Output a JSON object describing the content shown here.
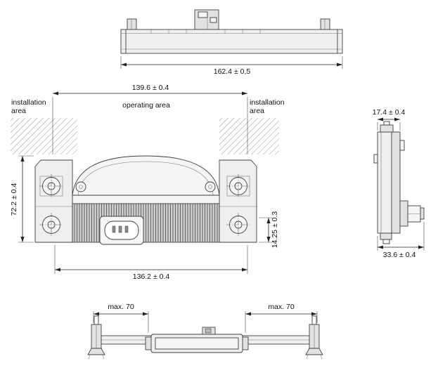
{
  "colors": {
    "line": "#3f3f3f",
    "fill_light": "#efefef",
    "background": "#ffffff"
  },
  "front_view": {
    "labels": {
      "installation_left_line1": "installation",
      "installation_left_line2": "area",
      "operating": "operating area",
      "installation_right_line1": "installation",
      "installation_right_line2": "area"
    },
    "dims": {
      "operating_width": "139.6 ± 0.4",
      "overall_height": "72.2 ± 0.4",
      "connector_height": "14.25 ± 0.3",
      "mounting_width": "136.2 ± 0.4"
    }
  },
  "top_view": {
    "dims": {
      "overall_length": "162.4 ± 0,5"
    }
  },
  "side_view": {
    "dims": {
      "body_depth": "17.4 ± 0.4",
      "overall_depth": "33.6 ± 0.4"
    }
  },
  "bottom_view": {
    "dims": {
      "clearance_left": "max. 70",
      "clearance_right": "max. 70"
    }
  }
}
